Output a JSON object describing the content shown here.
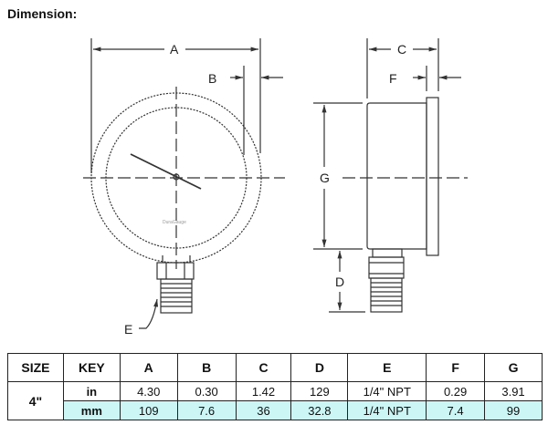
{
  "title": "Dimension:",
  "diagram": {
    "labels": {
      "A": "A",
      "B": "B",
      "C": "C",
      "D": "D",
      "E": "E",
      "F": "F",
      "G": "G"
    },
    "logo_text": "DuraGauge"
  },
  "table": {
    "headers": [
      "SIZE",
      "KEY",
      "A",
      "B",
      "C",
      "D",
      "E",
      "F",
      "G"
    ],
    "size": "4\"",
    "rows": [
      {
        "key": "in",
        "values": [
          "4.30",
          "0.30",
          "1.42",
          "129",
          "1/4\" NPT",
          "0.29",
          "3.91"
        ]
      },
      {
        "key": "mm",
        "values": [
          "109",
          "7.6",
          "36",
          "32.8",
          "1/4\" NPT",
          "7.4",
          "99"
        ]
      }
    ],
    "mm_row_color": "#ccf6f6"
  }
}
